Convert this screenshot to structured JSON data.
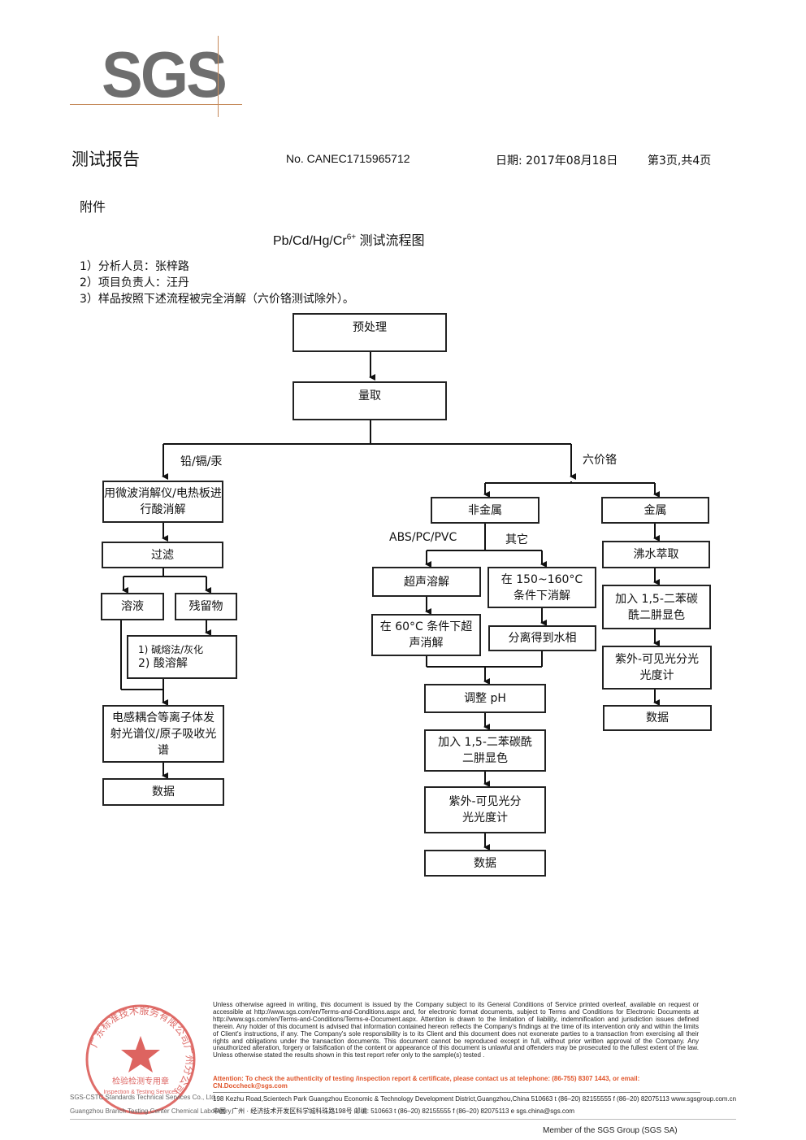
{
  "header": {
    "logo": "SGS",
    "title": "测试报告",
    "report_no": "No. CANEC1715965712",
    "date": "日期: 2017年08月18日",
    "page": "第3页,共4页"
  },
  "attachment_label": "附件",
  "chart_title": {
    "main": "Pb/Cd/Hg/Cr",
    "sup": "6+",
    "suffix": " 测试流程图"
  },
  "notes": [
    "1）分析人员：张梓路",
    "2）项目负责人：汪丹",
    "3）样品按照下述流程被完全消解（六价铬测试除外）。"
  ],
  "flow": {
    "pretreat": "预处理",
    "weigh": "量取",
    "branch_left": "铅/镉/汞",
    "branch_right": "六价铬",
    "microwave": "用微波消解仪/电热板进行酸消解",
    "filter": "过滤",
    "solution": "溶液",
    "residue": "残留物",
    "residue_1": "1) 碱熔法/灰化",
    "residue_2": "2) 酸溶解",
    "icp": "电感耦合等离子体发射光谱仪/原子吸收光谱",
    "data_left": "数据",
    "nonmetal": "非金属",
    "metal": "金属",
    "abs": "ABS/PC/PVC",
    "other": "其它",
    "ultrasonic": "超声溶解",
    "digest_150": "在 150~160°C 条件下消解",
    "ultra_60": "在 60°C 条件下超声消解",
    "separate": "分离得到水相",
    "adjust_ph": "调整 pH",
    "add_dpc": "加入 1,5-二苯碳酰二肼显色",
    "uvvis": "紫外-可见光分光光度计",
    "data_mid": "数据",
    "boil": "沸水萃取",
    "add_dpc_r": "加入 1,5-二苯碳酰二肼显色",
    "uvvis_r": "紫外-可见光分光光度计",
    "data_right": "数据"
  },
  "footer": {
    "disclaimer": "Unless otherwise agreed in writing, this document is issued by the Company subject to its General Conditions of Service printed overleaf, available on request or accessible at http://www.sgs.com/en/Terms-and-Conditions.aspx and, for electronic format documents, subject to Terms and Conditions for Electronic Documents at http://www.sgs.com/en/Terms-and-Conditions/Terms-e-Document.aspx. Attention is drawn to the limitation of liability, indemnification and jurisdiction issues defined therein. Any holder of this document is advised that information contained hereon reflects the Company's findings at the time of its intervention only and within the limits of Client's instructions, if any. The Company's sole responsibility is to its Client and this document does not exonerate parties to a transaction from exercising all their rights and obligations under the transaction documents. This document cannot be reproduced except in full, without prior written approval of the Company. Any unauthorized alteration, forgery or falsification of the content or appearance of this document is unlawful and offenders may be prosecuted to the fullest extent of the law. Unless otherwise stated the results shown in this test report refer only to the sample(s) tested .",
    "attention": "Attention: To check the authenticity of testing /inspection report & certificate, please contact us at telephone: (86-755) 8307 1443, or email: CN.Doccheck@sgs.com",
    "addr_en": "198 Kezhu Road,Scientech Park Guangzhou Economic & Technology Development District,Guangzhou,China  510663   t (86–20) 82155555   f (86–20) 82075113   www.sgsgroup.com.cn",
    "addr_cn": "中国 · 广州 · 经济技术开发区科学城科珠路198号                                     邮编: 510663   t (86–20) 82155555   f (86–20) 82075113   e  sgs.china@sgs.com",
    "member": "Member of the SGS Group (SGS SA)",
    "lab_line1": "SGS-CSTC Standards Technical Services Co., Ltd.",
    "lab_line2": "Guangzhou Branch Testing Center Chemical Laboratory",
    "stamp_text": "检验检测专用章",
    "stamp_en": "Inspection & Testing Services",
    "stamp_ring": "广东标准技术服务有限公司广州分公司"
  }
}
